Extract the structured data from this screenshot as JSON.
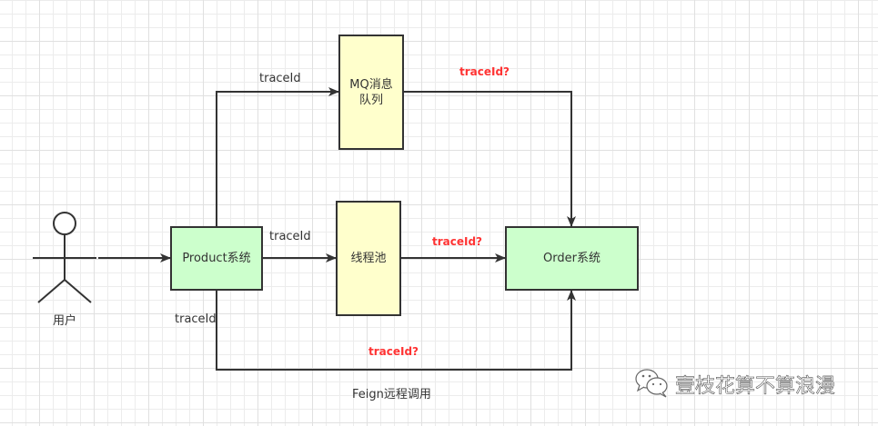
{
  "diagram": {
    "actor": {
      "label": "用户"
    },
    "nodes": {
      "product": {
        "label": "Product系统"
      },
      "mq": {
        "label_line1": "MQ消息",
        "label_line2": "队列"
      },
      "thread_pool": {
        "label": "线程池"
      },
      "order": {
        "label": "Order系统"
      }
    },
    "edges": {
      "product_to_mq": {
        "label": "traceId"
      },
      "mq_to_order": {
        "label": "traceId?"
      },
      "product_to_thread_pool": {
        "label": "traceId"
      },
      "thread_pool_to_order": {
        "label": "traceId?"
      },
      "product_feign": {
        "label": "traceId"
      },
      "feign_to_order": {
        "label": "traceId?"
      },
      "feign_caption": "Feign远程调用"
    },
    "colors": {
      "service_fill": "#ccffcc",
      "middleware_fill": "#ffffcc",
      "stroke": "#333333",
      "question_label": "#ff3333"
    }
  },
  "watermark": {
    "icon": "wechat-icon",
    "text": "壹枝花算不算浪漫"
  }
}
